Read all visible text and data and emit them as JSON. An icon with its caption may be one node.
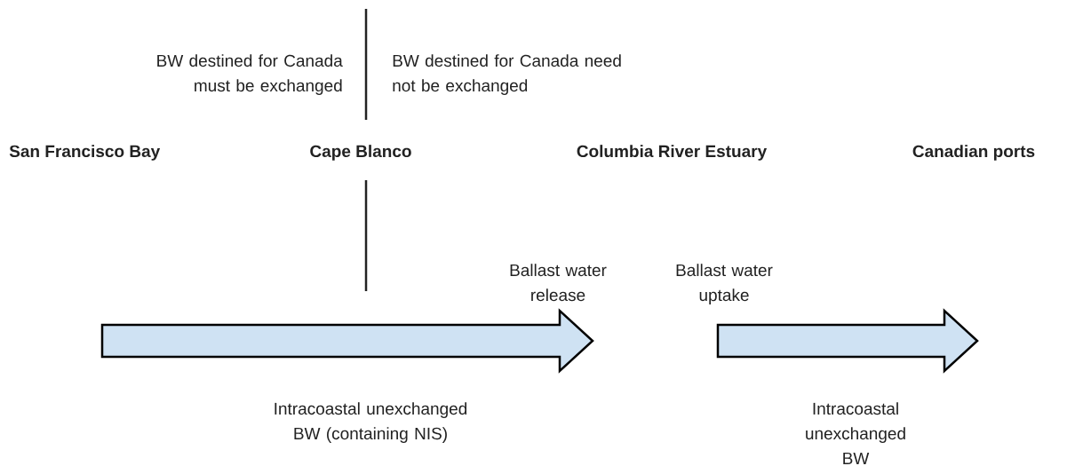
{
  "diagram": {
    "labels": [
      "BW destined for Canada must be exchanged",
      "BW destined for Canada need not be exchanged",
      "San Francisco Bay",
      "Cape Blanco",
      "Columbia River Estuary",
      "Canadian ports",
      "Ballast water release",
      "Ballast water uptake",
      "Intracoastal unexchanged BW (containing NIS)",
      "Intracoastal unexchanged BW"
    ]
  }
}
